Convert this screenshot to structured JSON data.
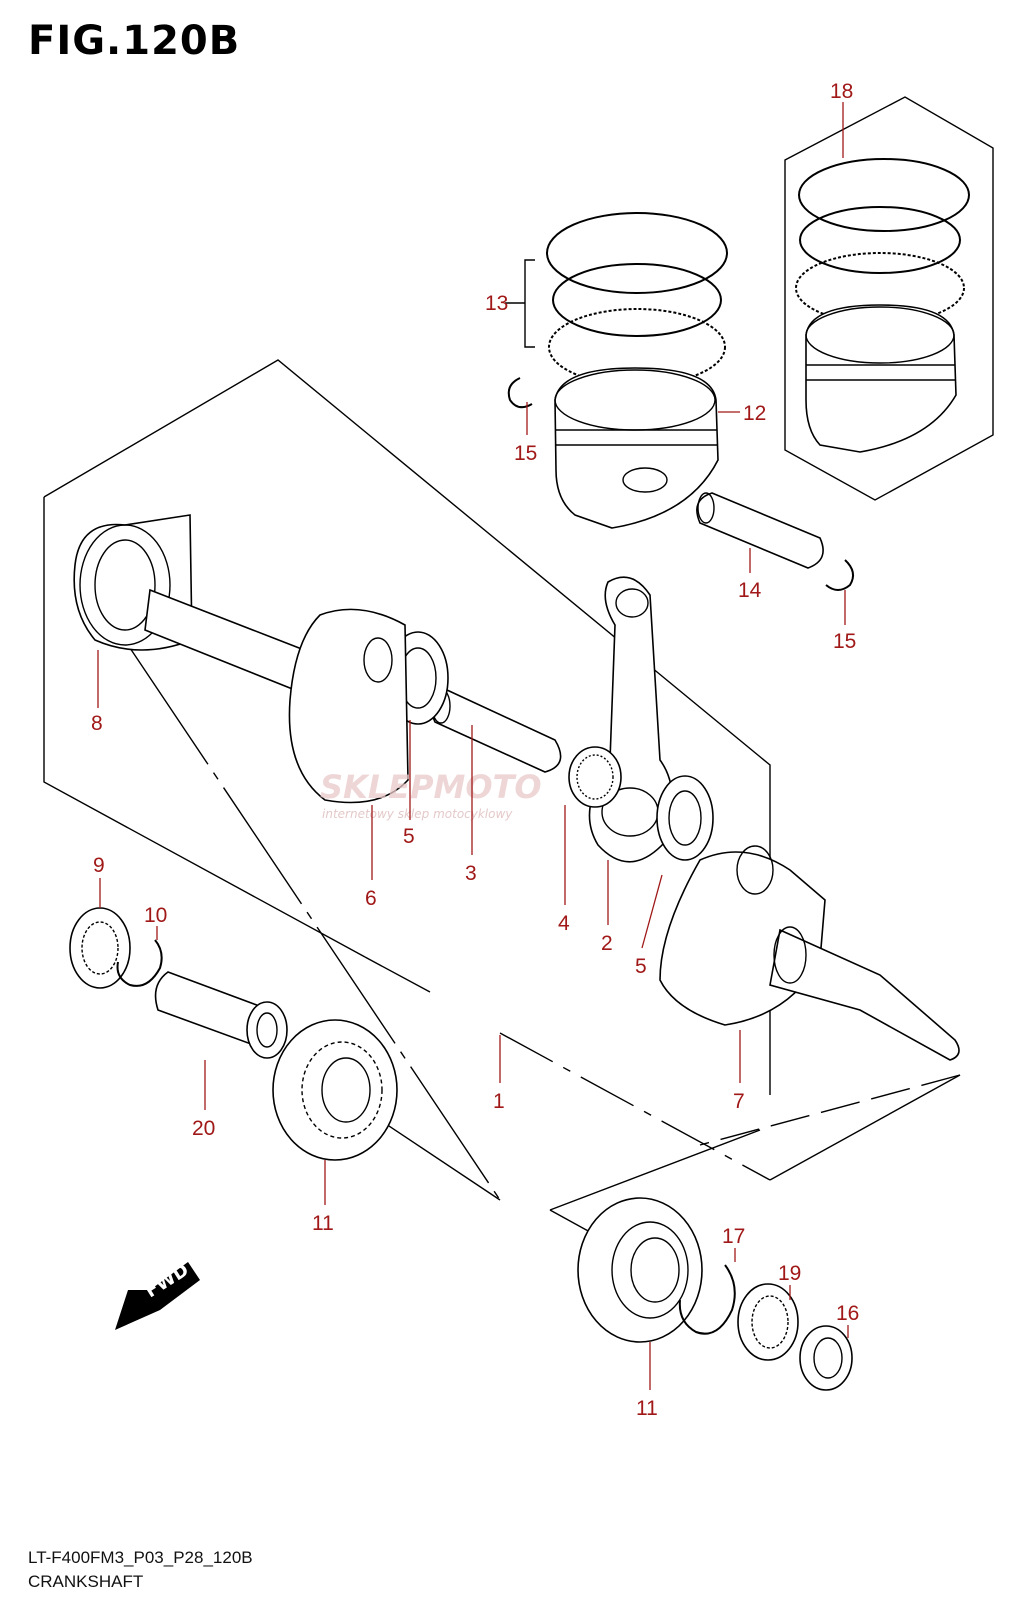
{
  "figure": {
    "title": "FIG.120B",
    "model_code": "LT-F400FM3_P03_P28_120B",
    "name": "CRANKSHAFT"
  },
  "watermark": {
    "brand": "SKLEPMOTO",
    "tagline": "internetowy sklep motocyklowy"
  },
  "fwd_label": "FWD",
  "colors": {
    "callout": "#a01818",
    "line": "#000000",
    "watermark": "#e9c9c9"
  },
  "callouts": [
    {
      "id": "c1",
      "text": "1"
    },
    {
      "id": "c2",
      "text": "2"
    },
    {
      "id": "c3",
      "text": "3"
    },
    {
      "id": "c4",
      "text": "4"
    },
    {
      "id": "c5a",
      "text": "5"
    },
    {
      "id": "c5b",
      "text": "5"
    },
    {
      "id": "c6",
      "text": "6"
    },
    {
      "id": "c7",
      "text": "7"
    },
    {
      "id": "c8",
      "text": "8"
    },
    {
      "id": "c9",
      "text": "9"
    },
    {
      "id": "c10",
      "text": "10"
    },
    {
      "id": "c11a",
      "text": "11"
    },
    {
      "id": "c11b",
      "text": "11"
    },
    {
      "id": "c12",
      "text": "12"
    },
    {
      "id": "c13",
      "text": "13"
    },
    {
      "id": "c14",
      "text": "14"
    },
    {
      "id": "c15a",
      "text": "15"
    },
    {
      "id": "c15b",
      "text": "15"
    },
    {
      "id": "c16",
      "text": "16"
    },
    {
      "id": "c17",
      "text": "17"
    },
    {
      "id": "c18",
      "text": "18"
    },
    {
      "id": "c19",
      "text": "19"
    },
    {
      "id": "c20",
      "text": "20"
    }
  ]
}
